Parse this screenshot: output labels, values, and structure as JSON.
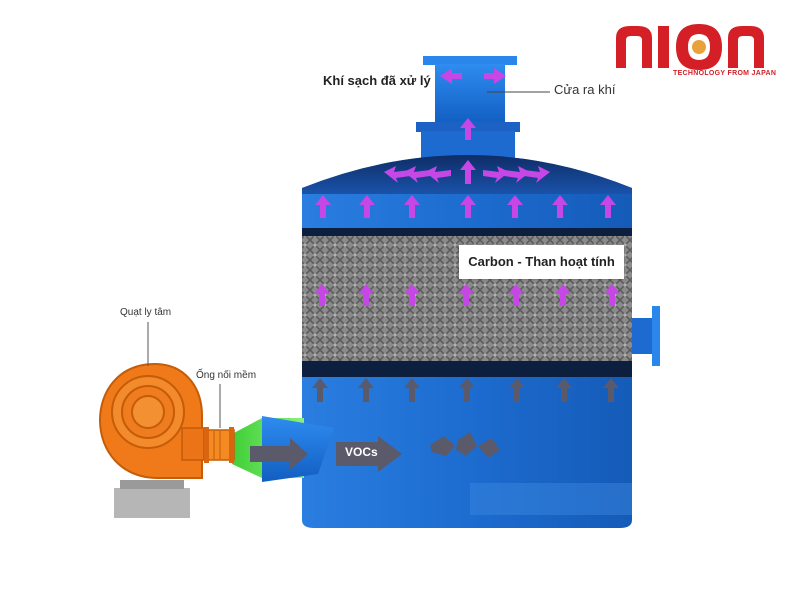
{
  "labels": {
    "clean_air": "Khí sạch đã xử lý",
    "gas_outlet": "Cửa ra khí",
    "centrifugal_fan": "Quạt ly tâm",
    "flexible_joint": "Ống nối mềm",
    "carbon": "Carbon - Than hoạt tính",
    "vocs": "VOCs"
  },
  "logo": {
    "brand": "NION",
    "tagline": "TECHNOLOGY FROM JAPAN"
  },
  "colors": {
    "tower_blue": "#1f6fd0",
    "tower_dark": "#0d2f6b",
    "arrow_purple": "#c646e6",
    "arrow_gray": "#5a5a6a",
    "fan_orange": "#f07a1a",
    "transition_green": "#58e04a",
    "brand_red": "#d41f26"
  }
}
